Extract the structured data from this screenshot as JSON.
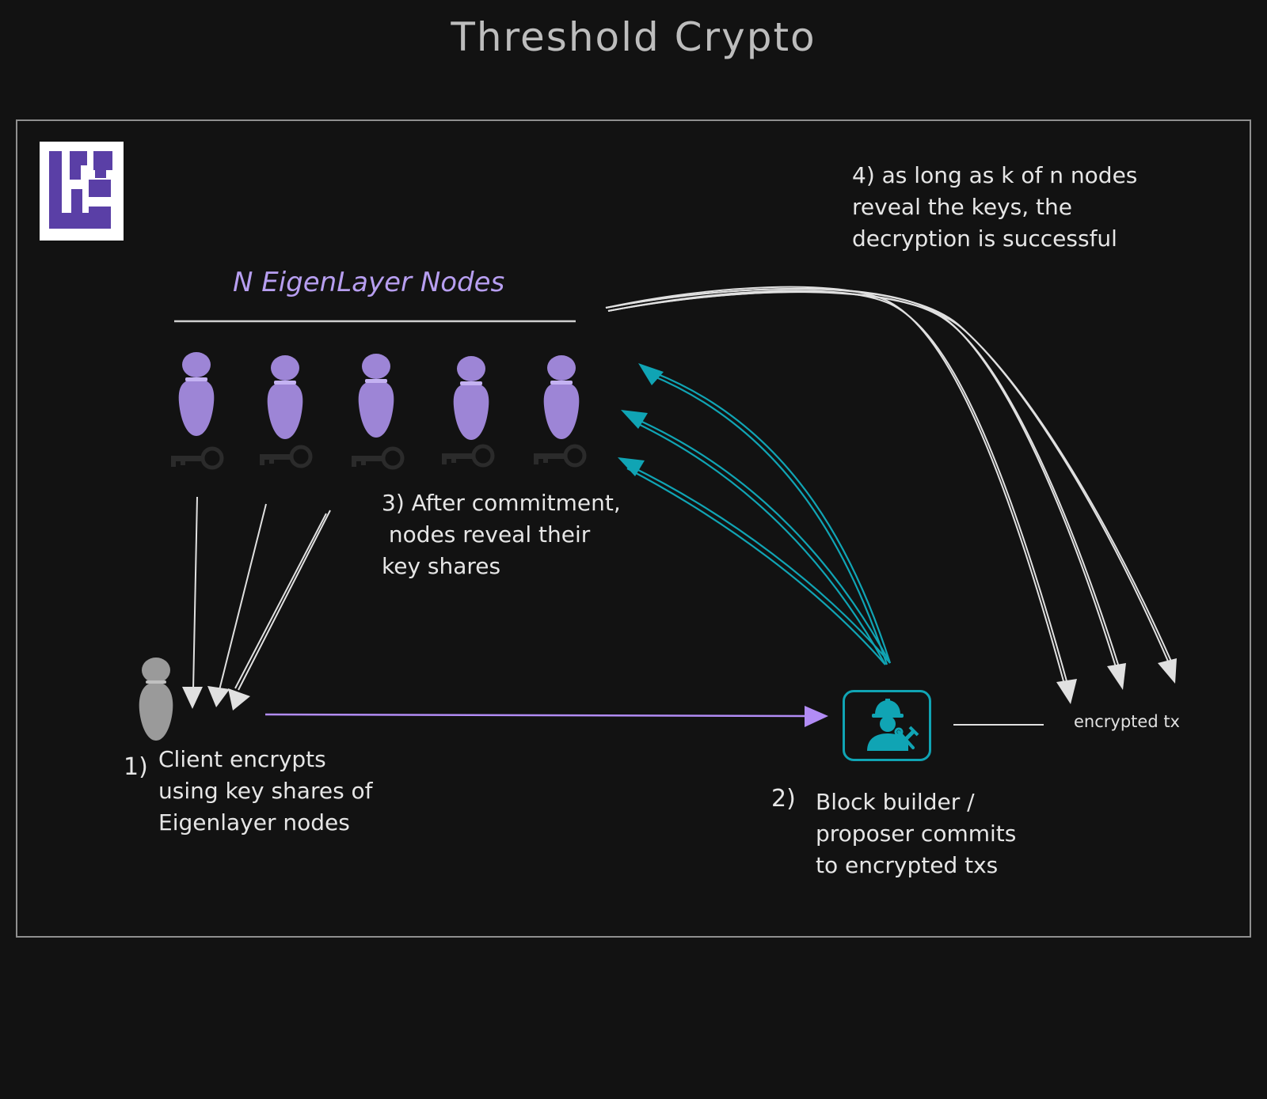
{
  "diagram": {
    "title": "Threshold Crypto",
    "nodes_label": "N EigenLayer Nodes",
    "step1_number": "1)",
    "step1_text": "Client encrypts\nusing key shares of\nEigenlayer nodes",
    "step2_number": "2)",
    "step2_text": "Block builder /\nproposer commits\nto encrypted txs",
    "step3_text": "3) After commitment,\n nodes reveal their\nkey shares",
    "step4_text": "4) as long as k of n nodes\nreveal the keys, the\ndecryption is successful",
    "encrypted_label": "encrypted tx"
  },
  "colors": {
    "background": "#121212",
    "node_purple": "#9d85d6",
    "client_gray": "#9a9a9a",
    "client_arrow": "#b28cf5",
    "cyan": "#10a4b4",
    "logo_purple": "#5a3fa6",
    "key_gray": "#2a2a2a"
  },
  "icons": {
    "logo": "eigenlayer-logo",
    "node": "person-icon",
    "key": "key-icon",
    "builder": "worker-with-tools-icon",
    "client": "person-icon"
  }
}
